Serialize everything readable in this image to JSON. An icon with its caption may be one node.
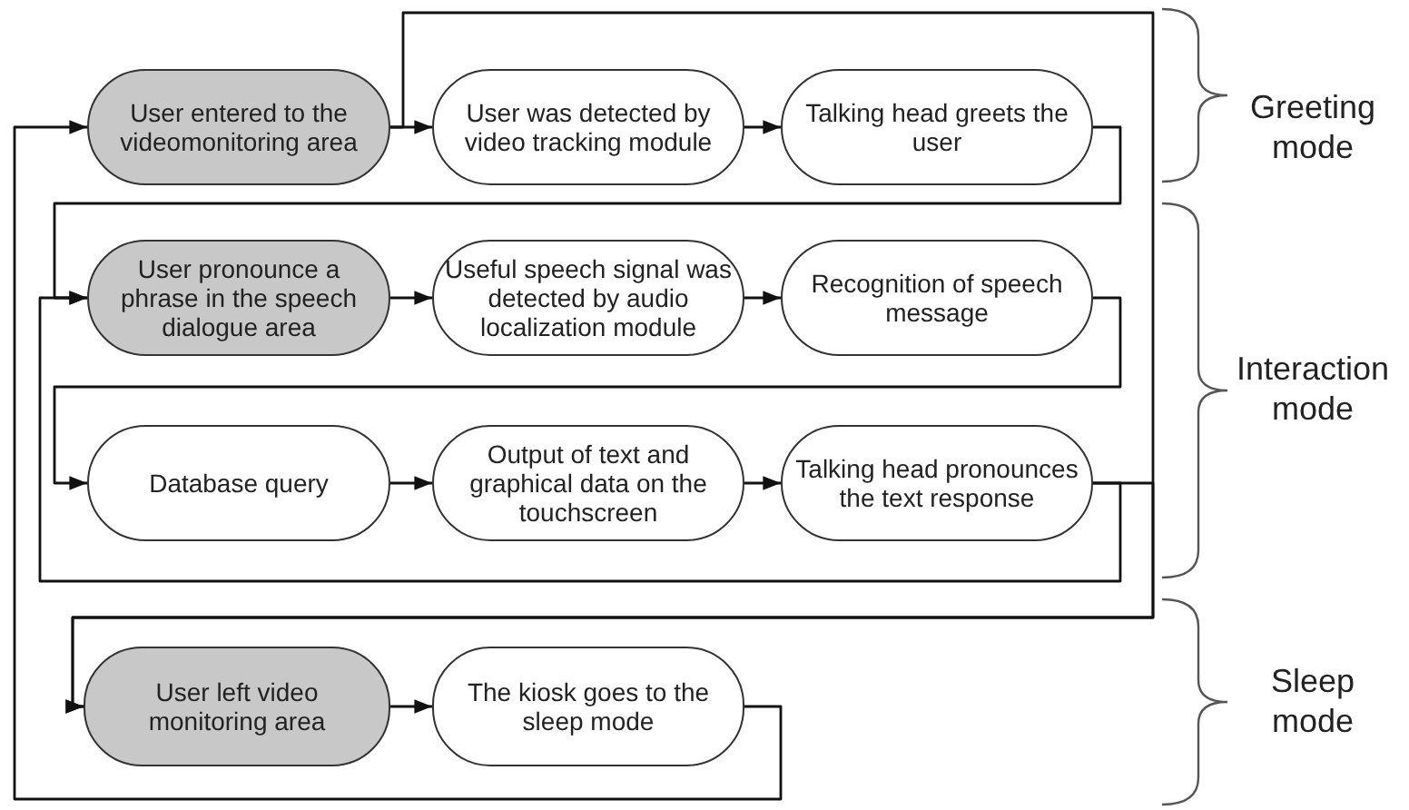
{
  "diagram": {
    "nodes": [
      {
        "text": [
          "User entered to the videomonitoring area"
        ]
      },
      {
        "text": [
          "User was detected by video tracking module"
        ]
      },
      {
        "text": [
          "Talking head greets the user"
        ]
      },
      {
        "text": [
          "User pronounce a phrase in the speech dialogue area"
        ]
      },
      {
        "text": [
          "Useful speech signal was detected by audio localization module"
        ]
      },
      {
        "text": [
          "Recognition of speech message"
        ]
      },
      {
        "text": [
          "Database query"
        ]
      },
      {
        "text": [
          "Output of text and graphical data on the touchscreen"
        ]
      },
      {
        "text": [
          "Talking head pronounces the text response"
        ]
      },
      {
        "text": [
          "User left video monitoring area"
        ]
      },
      {
        "text": [
          "The kiosk goes to the sleep mode"
        ]
      }
    ],
    "edges": [
      {
        "from": 0,
        "to": 1,
        "arrow": "to"
      },
      {
        "from": 1,
        "to": 2,
        "arrow": "to"
      },
      {
        "from": 0,
        "to": 9,
        "arrow": "to"
      },
      {
        "from": 2,
        "to": 3,
        "arrow": "to"
      },
      {
        "from": 3,
        "to": 4,
        "arrow": "to"
      },
      {
        "from": 4,
        "to": 5,
        "arrow": "to"
      },
      {
        "from": 5,
        "to": 6,
        "arrow": "to"
      },
      {
        "from": 6,
        "to": 7,
        "arrow": "to"
      },
      {
        "from": 7,
        "to": 8,
        "arrow": "to"
      },
      {
        "from": 8,
        "to": 3,
        "arrow": "to"
      },
      {
        "from": 8,
        "to": 9,
        "arrow": "to"
      },
      {
        "from": 9,
        "to": 10,
        "arrow": "to"
      },
      {
        "from": 10,
        "to": 0,
        "arrow": "to"
      }
    ],
    "labels": [
      "Greeting mode",
      "Interaction mode",
      "Sleep mode"
    ]
  }
}
